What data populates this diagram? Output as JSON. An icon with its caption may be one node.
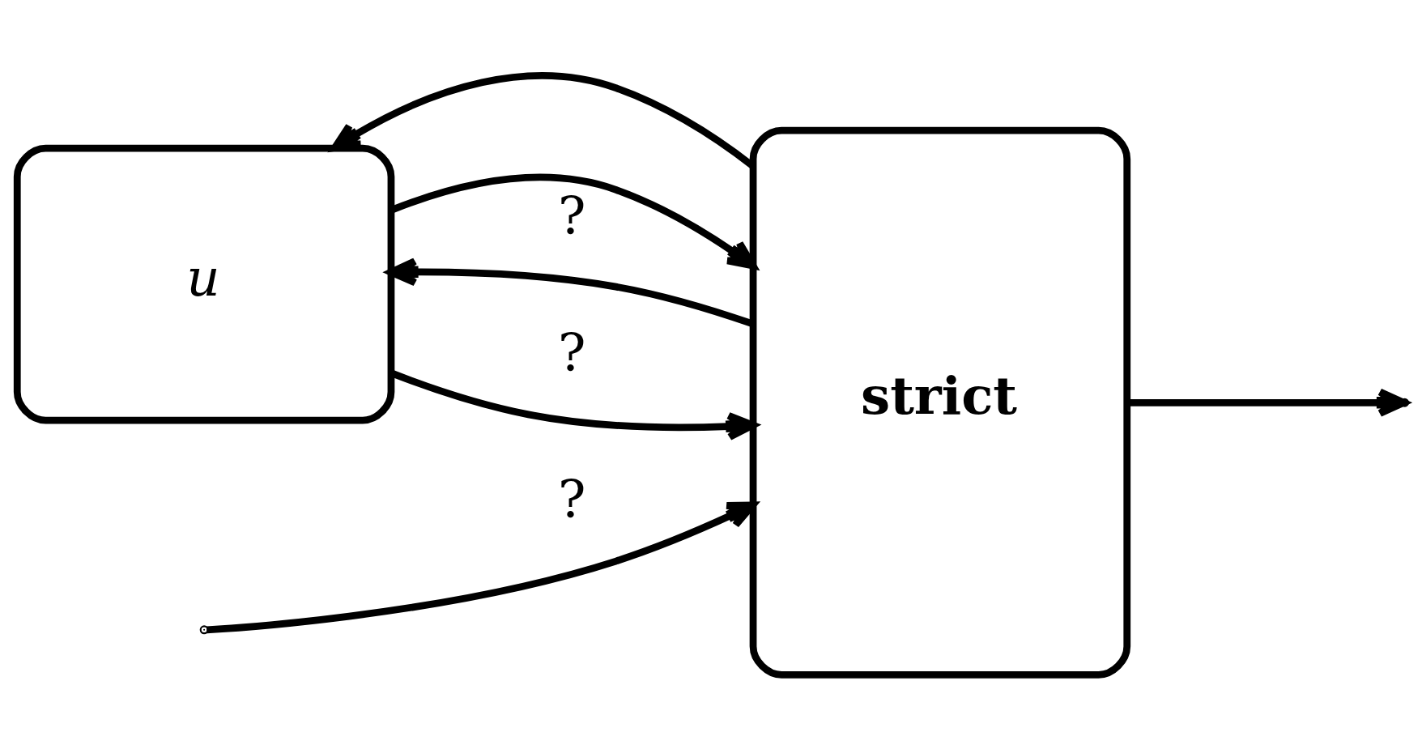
{
  "diagram": {
    "nodes": [
      {
        "text": [
          "strict"
        ]
      },
      {
        "text": [
          "u"
        ]
      }
    ],
    "edges": [
      {
        "from": 0,
        "to": 1,
        "arrow": "to"
      },
      {
        "from": 1,
        "to": 0,
        "arrow": "to",
        "label": "?"
      },
      {
        "from": null,
        "to": 0,
        "arrow": "to",
        "label": "?"
      },
      {
        "from": 0,
        "to": 1,
        "arrow": "to",
        "label": "?"
      },
      {
        "from": 0,
        "to": null,
        "arrow": "to"
      },
      {
        "from": 1,
        "to": 0,
        "arrow": "to"
      }
    ]
  }
}
